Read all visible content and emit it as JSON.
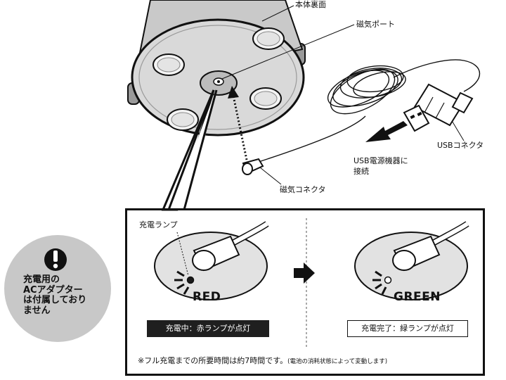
{
  "labels": {
    "body_bottom": "本体裏面",
    "magnetic_port": "磁気ポート",
    "usb_connector": "USBコネクタ",
    "connect_to_usb_line1": "USB電源機器に",
    "connect_to_usb_line2": "接続",
    "magnetic_connector": "磁気コネクタ",
    "charge_lamp": "充電ランプ"
  },
  "states": {
    "charging": {
      "word": "RED",
      "status": "充電中：赤ランプが点灯",
      "lamp_color": "#1a1a1a"
    },
    "complete": {
      "word": "GREEN",
      "status": "充電完了：緑ランプが点灯",
      "lamp_color": "#ffffff"
    }
  },
  "note": {
    "main": "※フル充電までの所要時間は約7時間です。",
    "small": "(電池の消耗状態によって変動します)"
  },
  "warning": {
    "icon": "exclamation-icon",
    "lines": [
      "充電用の",
      "ACアダプター",
      "は付属しており",
      "ません"
    ],
    "badge_color": "#c8c8c8"
  },
  "colors": {
    "device_fill": "#d9d9d9",
    "pad_fill": "#e2e2e2",
    "ink": "#111111"
  }
}
